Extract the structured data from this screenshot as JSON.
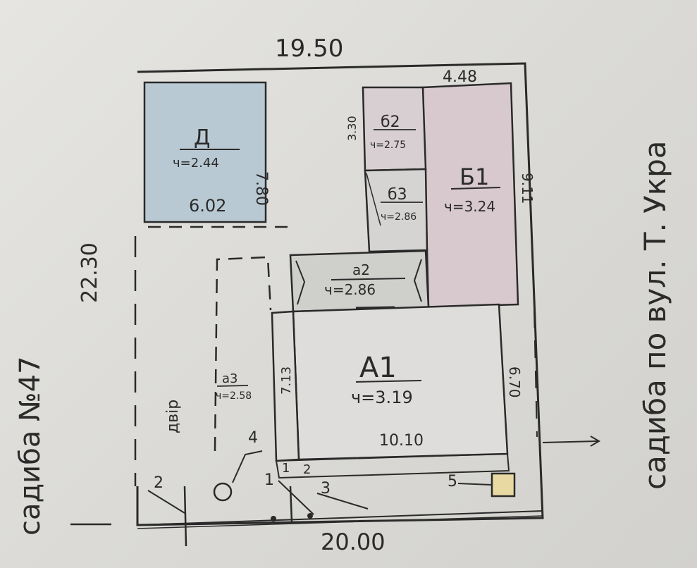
{
  "dimensions": {
    "top": "19.50",
    "left": "22.30",
    "bottom": "20.00",
    "b1_top": "4.48",
    "b1_right": "9.11",
    "d_right": "7.80",
    "b2_left": "3.30",
    "a1_bottom": "10.10",
    "a1_left": "7.13",
    "a1_right": "6.70"
  },
  "buildings": [
    {
      "code": "Д",
      "height": "ч=2.44",
      "extra": "6.02"
    },
    {
      "code": "б2",
      "height": "ч=2.75"
    },
    {
      "code": "б3",
      "height": "ч=2.86"
    },
    {
      "code": "Б1",
      "height": "ч=3.24"
    },
    {
      "code": "а2",
      "height": "ч=2.86"
    },
    {
      "code": "А1",
      "height": "ч=3.19"
    },
    {
      "code": "а3",
      "height": "ч=2.58"
    }
  ],
  "yard_label": "двір",
  "numbers": [
    "1",
    "2",
    "3",
    "4",
    "5"
  ],
  "gate_labels": [
    "1",
    "2"
  ],
  "side_labels": {
    "left": "садиба №47",
    "right": "садиба по вул. Т. Укра"
  },
  "colors": {
    "ink": "#2a2a2a",
    "blue_fill": "#b9c9d3",
    "pink_fill": "#d8c9cf",
    "yellow_fill": "#e8d9a2",
    "grey_fill": "#cfcfcc"
  }
}
